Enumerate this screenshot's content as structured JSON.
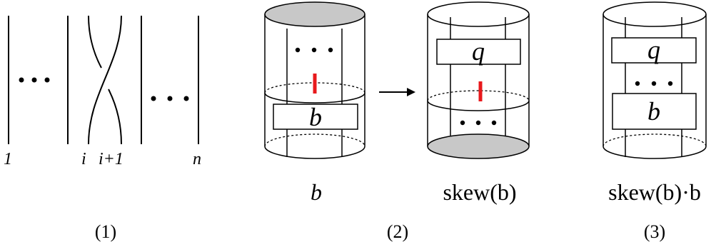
{
  "panel1": {
    "strand_labels": {
      "first": "1",
      "i": "i",
      "i_plus_1": "i+1",
      "n": "n"
    },
    "caption": "(1)"
  },
  "panel2": {
    "left_cylinder": {
      "box_label": "b",
      "caption": "b"
    },
    "right_cylinder": {
      "box_label": "q",
      "caption": "skew(b)"
    },
    "caption": "(2)"
  },
  "panel3": {
    "box_top_label": "q",
    "box_bottom_label": "b",
    "caption": "skew(b)·b",
    "panel_caption": "(3)"
  },
  "colors": {
    "ink": "#000000",
    "cap_fill": "#c8c8c8",
    "highlight": "#e8191c"
  }
}
